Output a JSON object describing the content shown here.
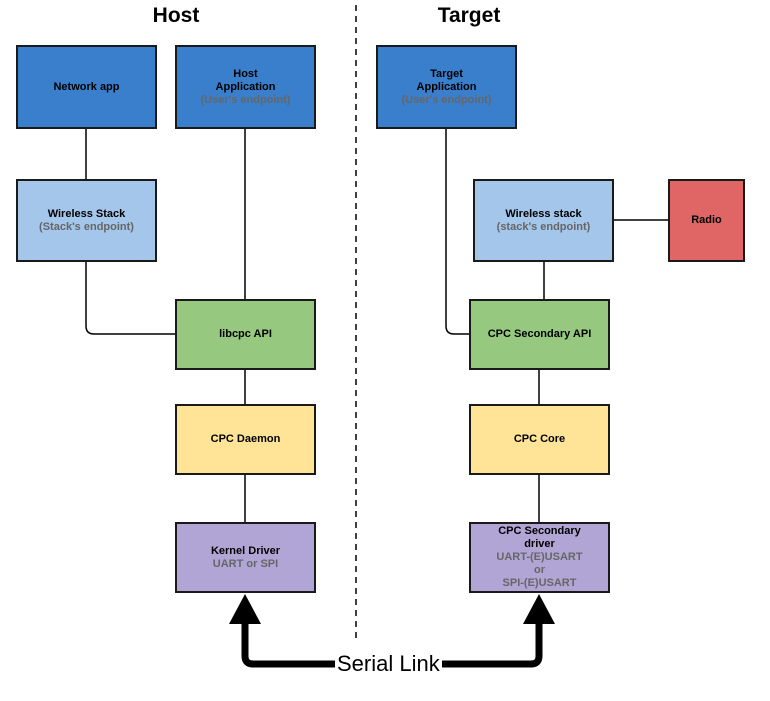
{
  "headings": {
    "host": "Host",
    "target": "Target"
  },
  "host": {
    "network_app": {
      "label": "Network app"
    },
    "host_application": {
      "line1": "Host",
      "line2": "Application",
      "sub": "(User's endpoint)"
    },
    "wireless_stack": {
      "label": "Wireless Stack",
      "sub": "(Stack's endpoint)"
    },
    "libcpc_api": {
      "label": "libcpc API"
    },
    "cpc_daemon": {
      "label": "CPC Daemon"
    },
    "kernel_driver": {
      "label": "Kernel Driver",
      "sub": "UART or SPI"
    }
  },
  "target": {
    "target_application": {
      "line1": "Target",
      "line2": "Application",
      "sub": "(User's endpoint)"
    },
    "wireless_stack": {
      "label": "Wireless stack",
      "sub": "(stack's endpoint)"
    },
    "radio": {
      "label": "Radio"
    },
    "cpc_secondary_api": {
      "label": "CPC Secondary API"
    },
    "cpc_core": {
      "label": "CPC Core"
    },
    "cpc_secondary_driver": {
      "line1": "CPC Secondary",
      "line2": "driver",
      "sub1": "UART-(E)USART",
      "sub2": "or",
      "sub3": "SPI-(E)USART"
    }
  },
  "serial_link": {
    "label": "Serial Link"
  },
  "colors": {
    "app_blue": "#3a7fcc",
    "stack_blue": "#a3c6ea",
    "api_green": "#96c97f",
    "core_yellow": "#ffe397",
    "driver_purple": "#b1a5d5",
    "radio_red": "#e06666"
  }
}
